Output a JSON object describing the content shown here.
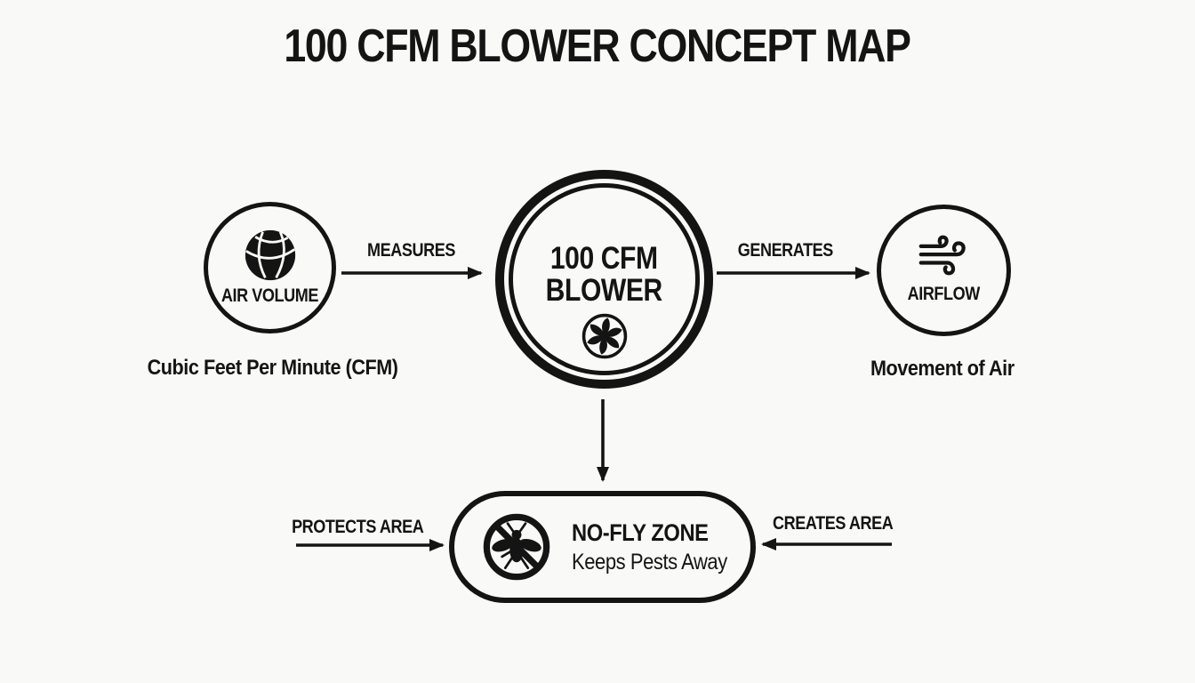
{
  "title": "100 CFM BLOWER CONCEPT MAP",
  "colors": {
    "ink": "#141414",
    "background": "#f9f9f7"
  },
  "nodes": {
    "air_volume": {
      "label": "AIR VOLUME",
      "sublabel": "Cubic Feet Per Minute (CFM)",
      "icon": "sphere-icon"
    },
    "blower": {
      "label_line1": "100 CFM",
      "label_line2": "BLOWER",
      "icon": "fan-icon"
    },
    "airflow": {
      "label": "AIRFLOW",
      "sublabel": "Movement of Air",
      "icon": "wind-icon"
    },
    "no_fly_zone": {
      "title": "NO-FLY ZONE",
      "subtitle": "Keeps Pests Away",
      "icon": "no-fly-icon"
    }
  },
  "edges": {
    "measures": "MEASURES",
    "generates": "GENERATES",
    "protects_area": "PROTECTS AREA",
    "creates_area": "CREATES AREA"
  }
}
